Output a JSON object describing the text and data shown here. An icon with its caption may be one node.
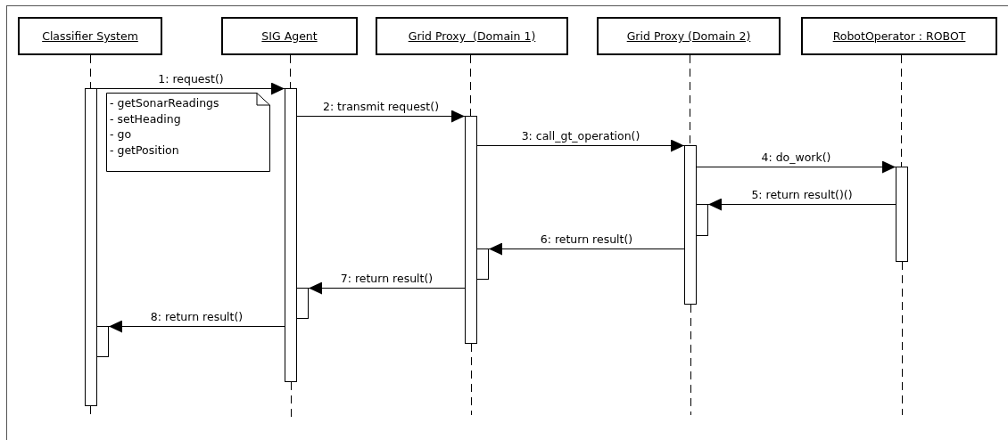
{
  "diagram": {
    "nodes": [
      {
        "text": [
          "Classifier System"
        ]
      },
      {
        "text": [
          "SIG Agent"
        ]
      },
      {
        "text": [
          "Grid Proxy  (Domain 1)"
        ]
      },
      {
        "text": [
          "Grid Proxy (Domain 2)"
        ]
      },
      {
        "text": [
          "RobotOperator : ROBOT"
        ]
      },
      {
        "text": [
          "- getSonarReadings",
          "- setHeading",
          "- go",
          "- getPosition"
        ]
      },
      {
        "text": [],
        "shape": "bar"
      },
      {
        "text": [],
        "shape": "bar"
      },
      {
        "text": [],
        "shape": "bar"
      },
      {
        "text": [],
        "shape": "bar"
      },
      {
        "text": [],
        "shape": "bar"
      },
      {
        "text": [],
        "shape": "bar"
      },
      {
        "text": [],
        "shape": "bar"
      },
      {
        "text": [],
        "shape": "bar"
      },
      {
        "text": [],
        "shape": "bar"
      }
    ],
    "edges": [
      {
        "from": 6,
        "to": 8,
        "arrow": "to",
        "label": "1: request()"
      },
      {
        "from": 8,
        "to": 10,
        "arrow": "to",
        "label": "2: transmit request()"
      },
      {
        "from": 10,
        "to": 12,
        "arrow": "to",
        "label": "3: call_gt_operation()"
      },
      {
        "from": 12,
        "to": 14,
        "arrow": "to",
        "label": "4: do_work()"
      },
      {
        "from": 14,
        "to": 13,
        "arrow": "to",
        "label": "5: return result()()"
      },
      {
        "from": 12,
        "to": 11,
        "arrow": "to",
        "label": "6: return result()"
      },
      {
        "from": 10,
        "to": 9,
        "arrow": "to",
        "label": "7: return result()"
      },
      {
        "from": 8,
        "to": 7,
        "arrow": "to",
        "label": "8: return result()"
      },
      {
        "from": 0,
        "to": 6,
        "arrow": "none",
        "style": "dashed"
      },
      {
        "from": 1,
        "to": 8,
        "arrow": "none",
        "style": "dashed"
      },
      {
        "from": 2,
        "to": 10,
        "arrow": "none",
        "style": "dashed"
      },
      {
        "from": 3,
        "to": 12,
        "arrow": "none",
        "style": "dashed"
      },
      {
        "from": 4,
        "to": 14,
        "arrow": "none",
        "style": "dashed"
      }
    ]
  }
}
